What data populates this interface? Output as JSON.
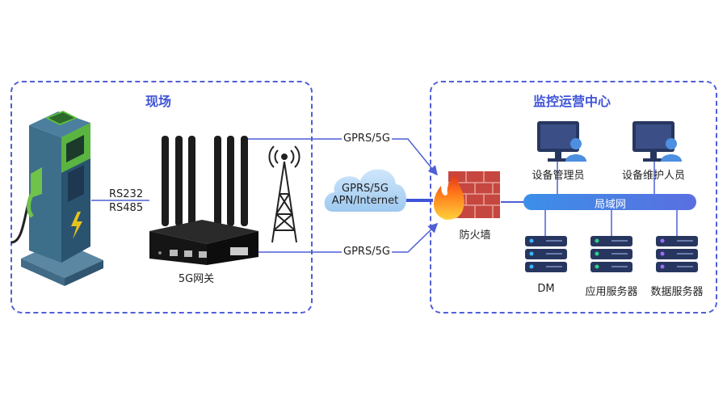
{
  "panels": {
    "site_title": "现场",
    "center_title": "监控运营中心"
  },
  "labels": {
    "serial_1": "RS232",
    "serial_2": "RS485",
    "gateway": "5G网关",
    "link_top": "GPRS/5G",
    "link_bottom": "GPRS/5G",
    "cloud_line1": "GPRS/5G",
    "cloud_line2": "APN/Internet",
    "firewall": "防火墙",
    "lan": "局域网",
    "manager": "设备管理员",
    "maintainer": "设备维护人员",
    "dm": "DM",
    "app_server": "应用服务器",
    "data_server": "数据服务器"
  },
  "colors": {
    "accent": "#3f54d8",
    "line": "#4f5fd6",
    "lan_bar": "#4a7be8",
    "router": "#1c1c1c",
    "monitor": "#27365f",
    "server": "#27365f",
    "firewall_brick": "#c5473f",
    "charger_body": "#3d6e8a",
    "charger_green": "#5fbf3c"
  },
  "icons": [
    "ev-charger-icon",
    "router-icon",
    "signal-tower-icon",
    "cloud-icon",
    "firewall-icon",
    "monitor-user-icon",
    "server-icon"
  ]
}
